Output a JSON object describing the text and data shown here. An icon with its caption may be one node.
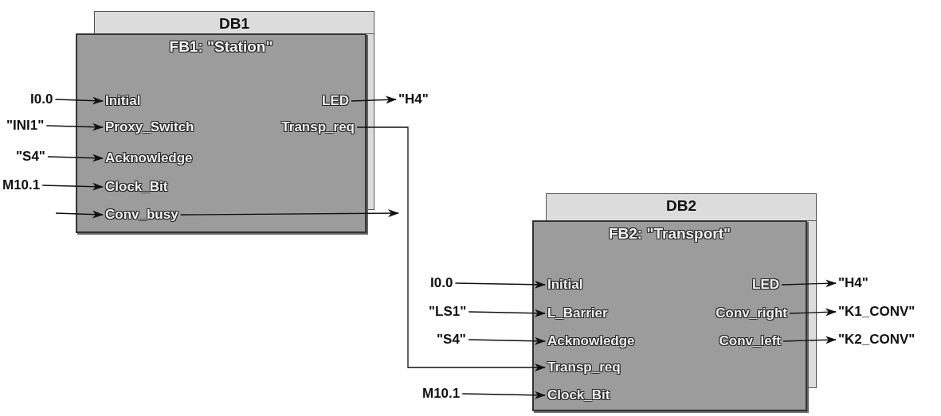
{
  "diagram": {
    "nodes": [
      {
        "text": [
          "DB1"
        ]
      },
      {
        "text": [
          "FB1: \"Station\""
        ]
      },
      {
        "text": [
          "Initial"
        ],
        "in": 1
      },
      {
        "text": [
          "Proxy_Switch"
        ],
        "in": 1
      },
      {
        "text": [
          "Acknowledge"
        ],
        "in": 1
      },
      {
        "text": [
          "Clock_Bit"
        ],
        "in": 1
      },
      {
        "text": [
          "Conv_busy"
        ],
        "in": 1
      },
      {
        "text": [
          "LED"
        ],
        "in": 1
      },
      {
        "text": [
          "Transp_req"
        ],
        "in": 1
      },
      {
        "text": [
          "I0.0"
        ]
      },
      {
        "text": [
          "\"INI1\""
        ]
      },
      {
        "text": [
          "\"S4\""
        ]
      },
      {
        "text": [
          "M10.1"
        ]
      },
      {
        "text": [
          "\"H4\""
        ]
      },
      {
        "text": [
          "DB2"
        ]
      },
      {
        "text": [
          "FB2: \"Transport\""
        ]
      },
      {
        "text": [
          "Initial"
        ],
        "in": 15
      },
      {
        "text": [
          "L_Barrier"
        ],
        "in": 15
      },
      {
        "text": [
          "Acknowledge"
        ],
        "in": 15
      },
      {
        "text": [
          "Transp_req"
        ],
        "in": 15
      },
      {
        "text": [
          "Clock_Bit"
        ],
        "in": 15
      },
      {
        "text": [
          "LED"
        ],
        "in": 15
      },
      {
        "text": [
          "Conv_right"
        ],
        "in": 15
      },
      {
        "text": [
          "Conv_left"
        ],
        "in": 15
      },
      {
        "text": [
          "I0.0"
        ]
      },
      {
        "text": [
          "\"LS1\""
        ]
      },
      {
        "text": [
          "\"S4\""
        ]
      },
      {
        "text": [
          "M10.1"
        ]
      },
      {
        "text": [
          "\"H4\""
        ]
      },
      {
        "text": [
          "\"K1_CONV\""
        ]
      },
      {
        "text": [
          "\"K2_CONV\""
        ]
      }
    ],
    "edges": [
      {
        "from": 9,
        "to": 2,
        "arrow": "to"
      },
      {
        "from": 10,
        "to": 3,
        "arrow": "to"
      },
      {
        "from": 11,
        "to": 4,
        "arrow": "to"
      },
      {
        "from": 12,
        "to": 5,
        "arrow": "to"
      },
      {
        "from": null,
        "to": 6,
        "arrow": "to"
      },
      {
        "from": 6,
        "to": null,
        "arrow": "to"
      },
      {
        "from": 7,
        "to": 13,
        "arrow": "to"
      },
      {
        "from": 8,
        "to": 19,
        "arrow": "to"
      },
      {
        "from": 24,
        "to": 16,
        "arrow": "to"
      },
      {
        "from": 25,
        "to": 17,
        "arrow": "to"
      },
      {
        "from": 26,
        "to": 18,
        "arrow": "to"
      },
      {
        "from": 27,
        "to": 20,
        "arrow": "to"
      },
      {
        "from": 21,
        "to": 28,
        "arrow": "to"
      },
      {
        "from": 22,
        "to": 29,
        "arrow": "to"
      },
      {
        "from": 23,
        "to": 30,
        "arrow": "to"
      }
    ]
  }
}
